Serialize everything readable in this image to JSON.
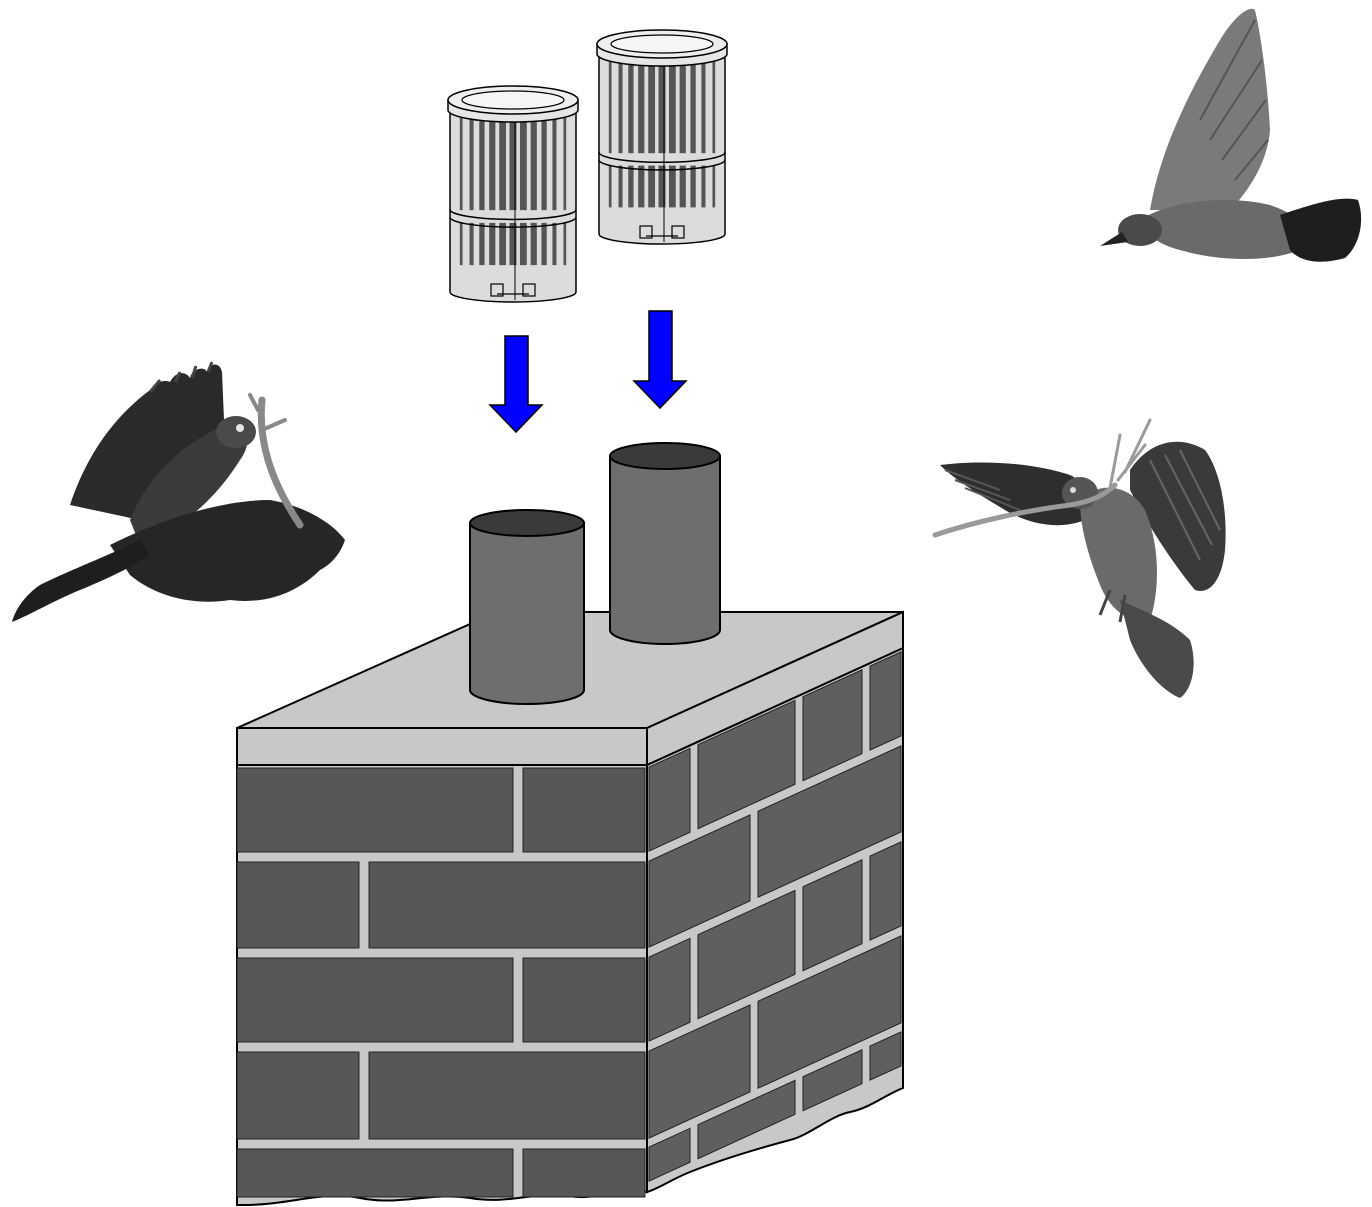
{
  "scene": {
    "title": "",
    "components": {
      "chimney": "brick-chimney",
      "flue_pots": 2,
      "guards": 2,
      "arrows": 2,
      "birds": 3
    },
    "colors": {
      "brick": "#575757",
      "mortar": "#c8c8c8",
      "cap_top": "#c8c8c8",
      "cap_front": "#c8c8c8",
      "side_wall": "#5f5f5f",
      "pot_body": "#6e6e6e",
      "pot_top": "#3a3a3a",
      "guard_metal": "#dcdcdc",
      "guard_slot": "#555555",
      "arrow": "#0000ff",
      "outline": "#000000",
      "bird_dark": "#2a2a2a",
      "bird_grey": "#6a6a6a"
    },
    "icons": [
      "chimney-guard-icon",
      "down-arrow-icon",
      "jackdaw-bird-icon"
    ]
  }
}
